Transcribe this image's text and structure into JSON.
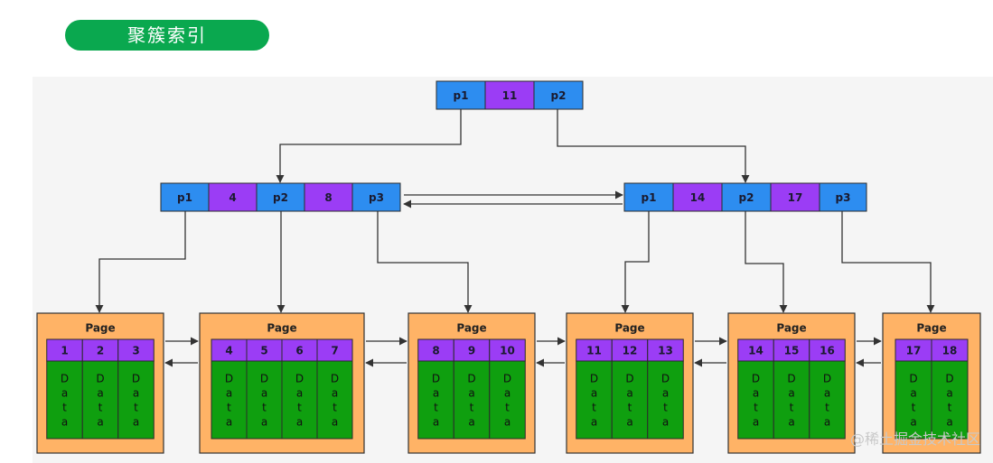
{
  "title": "聚簇索引",
  "watermark": "@稀土掘金技术社区",
  "colors": {
    "pointer": "#2d8df0",
    "key": "#9b3df5",
    "page": "#ffb366",
    "data": "#0f9f0f",
    "pill": "#0aa84f"
  },
  "root": {
    "cells": [
      {
        "label": "p1",
        "kind": "pointer"
      },
      {
        "label": "11",
        "kind": "key"
      },
      {
        "label": "p2",
        "kind": "pointer"
      }
    ]
  },
  "internal": [
    {
      "cells": [
        {
          "label": "p1",
          "kind": "pointer"
        },
        {
          "label": "4",
          "kind": "key"
        },
        {
          "label": "p2",
          "kind": "pointer"
        },
        {
          "label": "8",
          "kind": "key"
        },
        {
          "label": "p3",
          "kind": "pointer"
        }
      ]
    },
    {
      "cells": [
        {
          "label": "p1",
          "kind": "pointer"
        },
        {
          "label": "14",
          "kind": "key"
        },
        {
          "label": "p2",
          "kind": "pointer"
        },
        {
          "label": "17",
          "kind": "key"
        },
        {
          "label": "p3",
          "kind": "pointer"
        }
      ]
    }
  ],
  "leaf_label": "Page",
  "data_letters": [
    "D",
    "a",
    "t",
    "a"
  ],
  "leaves": [
    {
      "keys": [
        "1",
        "2",
        "3"
      ]
    },
    {
      "keys": [
        "4",
        "5",
        "6",
        "7"
      ]
    },
    {
      "keys": [
        "8",
        "9",
        "10"
      ]
    },
    {
      "keys": [
        "11",
        "12",
        "13"
      ]
    },
    {
      "keys": [
        "14",
        "15",
        "16"
      ]
    },
    {
      "keys": [
        "17",
        "18"
      ]
    }
  ]
}
